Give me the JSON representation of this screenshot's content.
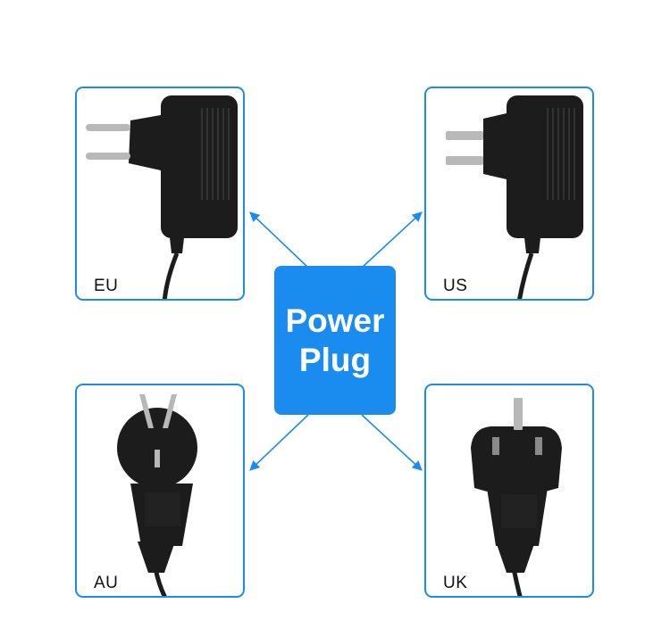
{
  "colors": {
    "accent": "#1a8cf0",
    "center_box": "#1a8cf0",
    "plug": "#1c1c1c",
    "pins": "#b8b8b8"
  },
  "center": {
    "line1": "Power",
    "line2": "Plug"
  },
  "plugs": [
    {
      "id": "eu",
      "label": "EU"
    },
    {
      "id": "us",
      "label": "US"
    },
    {
      "id": "au",
      "label": "AU"
    },
    {
      "id": "uk",
      "label": "UK"
    }
  ]
}
